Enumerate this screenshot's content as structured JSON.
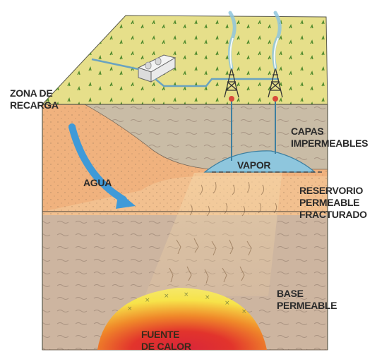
{
  "labels": {
    "recharge_zone": [
      "ZONA DE",
      "RECARGA"
    ],
    "water": "AGUA",
    "steam": "VAPOR",
    "impermeable_layers": [
      "CAPAS",
      "IMPERMEABLES"
    ],
    "reservoir": [
      "RESERVORIO",
      "PERMEABLE",
      "FRACTURADO"
    ],
    "permeable_base": [
      "BASE",
      "PERMEABLE"
    ],
    "heat_source": [
      "FUENTE",
      "DE CALOR"
    ]
  },
  "colors": {
    "surface": "#e6df8a",
    "impermeable": "#c9bca6",
    "water_layer": "#f0b27e",
    "reservoir": "#f2c08f",
    "base": "#cdb5a0",
    "steam": "#8ec6dd",
    "heat_core": "#e2342c",
    "heat_mid": "#f08a2a",
    "heat_outer": "#f7e34a",
    "arrow": "#3f9ad8"
  }
}
